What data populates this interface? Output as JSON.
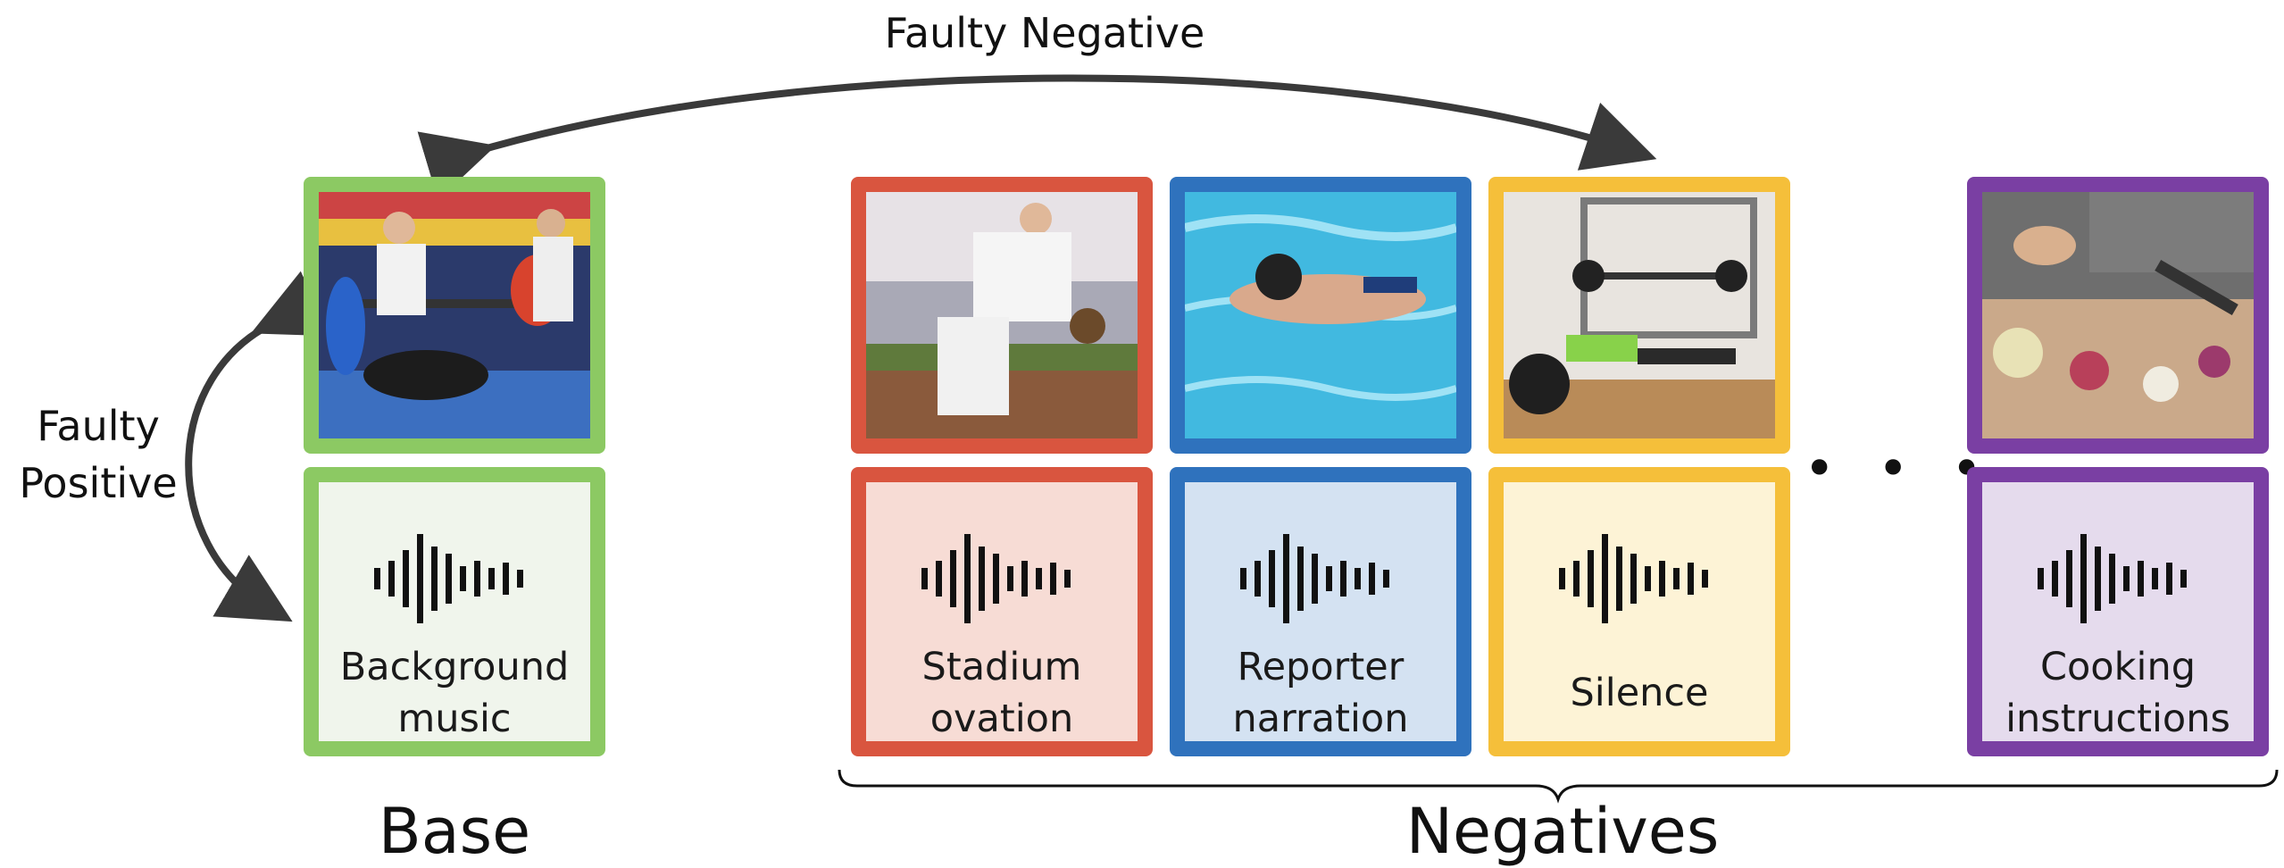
{
  "diagram": {
    "top_arrow_label": "Faulty Negative",
    "side_arrow_label_line1": "Faulty",
    "side_arrow_label_line2": "Positive",
    "ellipsis": "• • •",
    "base_label": "Base",
    "negatives_label": "Negatives"
  },
  "colors": {
    "green": "#8cc963",
    "red": "#d9553f",
    "blue": "#2f72bd",
    "yellow": "#f5bf3a",
    "purple": "#7a3fa3",
    "arrow": "#3a3a3a"
  },
  "cards": [
    {
      "id": "base",
      "scene": "bench press competition photo",
      "audio_line1": "Background",
      "audio_line2": "music",
      "color": "#8cc963",
      "tint": "#f0f5ec"
    },
    {
      "id": "neg1",
      "scene": "baseball player sliding photo",
      "audio_line1": "Stadium",
      "audio_line2": "ovation",
      "color": "#d9553f",
      "tint": "#f7dcd5"
    },
    {
      "id": "neg2",
      "scene": "swimmer in pool photo",
      "audio_line1": "Reporter",
      "audio_line2": "narration",
      "color": "#2f72bd",
      "tint": "#d4e2f2"
    },
    {
      "id": "neg3",
      "scene": "home gym bench press photo",
      "audio_single": "Silence",
      "color": "#f5bf3a",
      "tint": "#fdf3d6"
    },
    {
      "id": "neg4",
      "scene": "cutting vegetables photo",
      "audio_line1": "Cooking",
      "audio_line2": "instructions",
      "color": "#7a3fa3",
      "tint": "#e5dbed"
    }
  ],
  "icons": [
    "sound-wave-icon",
    "curved-arrow-icon"
  ]
}
